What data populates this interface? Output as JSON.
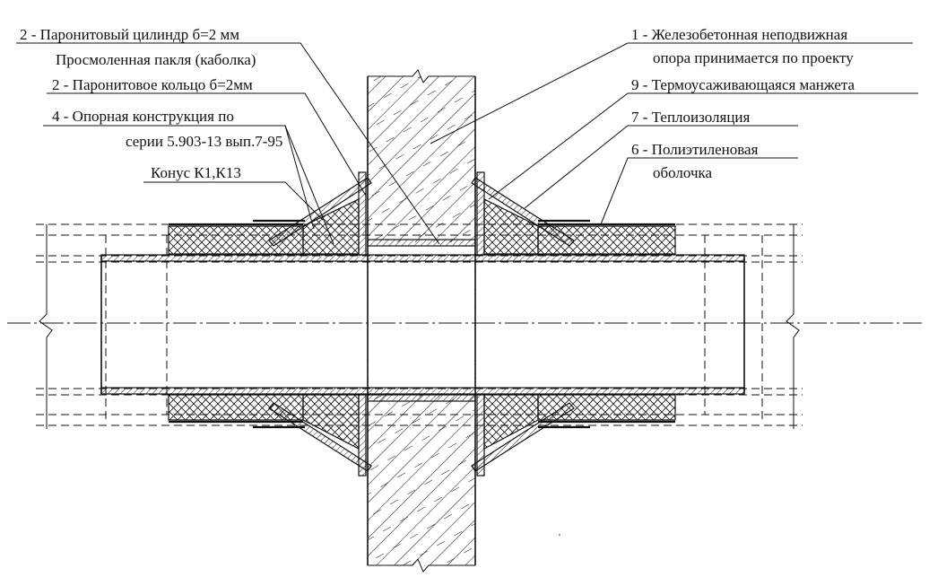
{
  "callouts": {
    "c_cylinder": "2 - Паронитовый цилиндр б=2 мм",
    "c_tow": "Просмоленная пакля (каболка)",
    "c_ring": "2 - Паронитовое кольцо б=2мм",
    "c_support_1": "4 - Опорная конструкция по",
    "c_support_2": "серии 5.903-13 вып.7-95",
    "c_cone": "Конус К1,К13",
    "c_rc_1": "1 - Железобетонная неподвижная",
    "c_rc_2": "опора принимается по проекту",
    "c_sleeve": "9 - Термоусаживающаяся манжета",
    "c_insulation": "7 -  Теплоизоляция",
    "c_shell_1": "6 - Полиэтиленовая",
    "c_shell_2": "оболочка"
  },
  "colors": {
    "line": "#111111",
    "background": "#ffffff"
  }
}
